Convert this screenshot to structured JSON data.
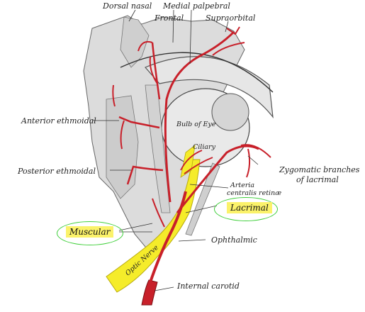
{
  "labels": {
    "dorsal_nasal": "Dorsal nasal",
    "medial_palpebral": "Medial palpebral",
    "frontal": "Frontal",
    "supraorbital": "Supraorbital",
    "anterior_ethmoidal": "Anterior ethmoidal",
    "posterior_ethmoidal": "Posterior ethmoidal",
    "bulb_of_eye": "Bulb of Eye",
    "ciliary": "Ciliary",
    "zygomatic_branches_line1": "Zygomatic branches",
    "zygomatic_branches_line2": "of lacrimal",
    "arteria_line1": "Arteria",
    "arteria_line2": "centralis retinæ",
    "lacrimal": "Lacrimal",
    "muscular": "Muscular",
    "ophthalmic": "Ophthalmic",
    "internal_carotid": "Internal carotid",
    "optic_nerve": "Optic Nerve"
  },
  "colors": {
    "artery": "#c8202a",
    "nerve": "#f5ec2a",
    "highlight": "#fbf26a",
    "ring": "#3fcf3a",
    "bone": "#b9b9b9"
  }
}
